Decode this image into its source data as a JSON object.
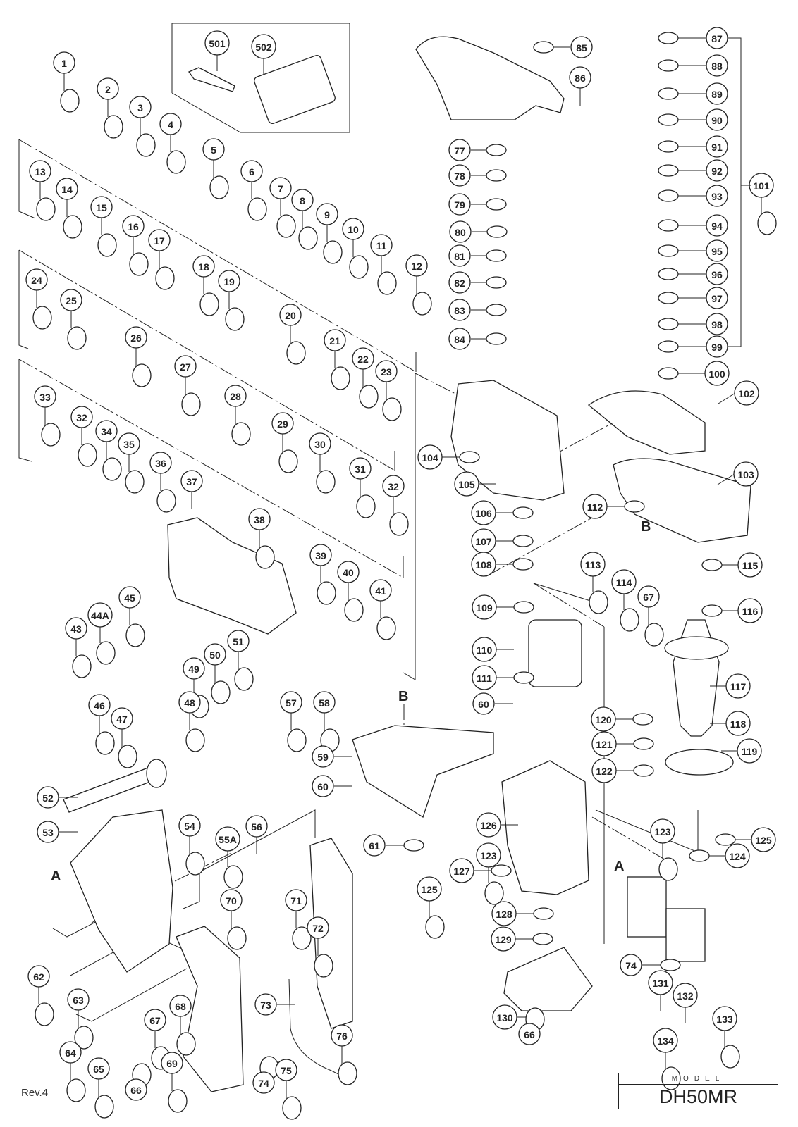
{
  "diagram": {
    "revision": "Rev.4",
    "model_label": "MODEL",
    "model_name": "DH50MR",
    "section_letters": [
      "A",
      "A",
      "B",
      "B"
    ],
    "callouts": [
      "1",
      "2",
      "3",
      "4",
      "5",
      "6",
      "7",
      "8",
      "9",
      "10",
      "11",
      "12",
      "13",
      "14",
      "15",
      "16",
      "17",
      "18",
      "19",
      "20",
      "21",
      "22",
      "23",
      "24",
      "25",
      "26",
      "27",
      "28",
      "29",
      "30",
      "31",
      "32",
      "32",
      "33",
      "34",
      "35",
      "36",
      "37",
      "38",
      "39",
      "40",
      "41",
      "43",
      "44A",
      "45",
      "46",
      "47",
      "48",
      "49",
      "50",
      "51",
      "52",
      "53",
      "54",
      "55A",
      "56",
      "57",
      "58",
      "59",
      "60",
      "60",
      "61",
      "62",
      "63",
      "64",
      "65",
      "66",
      "67",
      "68",
      "69",
      "70",
      "71",
      "72",
      "73",
      "74",
      "75",
      "76",
      "77",
      "78",
      "79",
      "80",
      "81",
      "82",
      "83",
      "84",
      "85",
      "86",
      "87",
      "88",
      "89",
      "90",
      "91",
      "92",
      "93",
      "94",
      "95",
      "96",
      "97",
      "98",
      "99",
      "100",
      "101",
      "102",
      "103",
      "104",
      "105",
      "106",
      "107",
      "108",
      "109",
      "110",
      "111",
      "112",
      "113",
      "114",
      "67",
      "115",
      "116",
      "117",
      "118",
      "119",
      "120",
      "121",
      "122",
      "123",
      "123",
      "124",
      "125",
      "125",
      "126",
      "127",
      "128",
      "129",
      "74",
      "130",
      "66",
      "131",
      "132",
      "133",
      "134",
      "501",
      "502"
    ]
  }
}
